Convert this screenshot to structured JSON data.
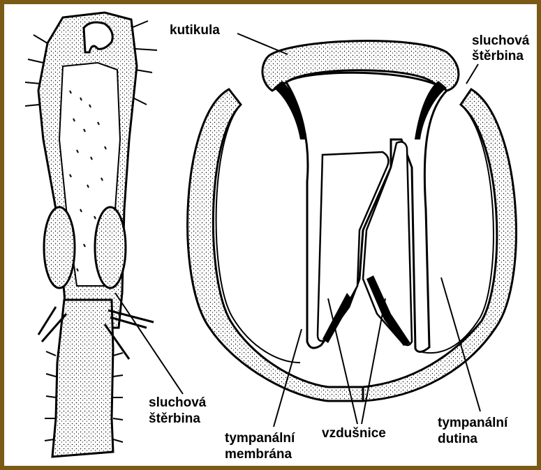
{
  "labels": {
    "kutikula": "kutikula",
    "slit_top_line1": "sluchová",
    "slit_top_line2": "štěrbina",
    "slit_left_line1": "sluchová",
    "slit_left_line2": "štěrbina",
    "membrane_line1": "tympanální",
    "membrane_line2": "membrána",
    "trachea": "vzdušnice",
    "cavity_line1": "tympanální",
    "cavity_line2": "dutina"
  },
  "colors": {
    "frame": "#7a5a14",
    "ink": "#000000",
    "paper": "#ffffff"
  }
}
